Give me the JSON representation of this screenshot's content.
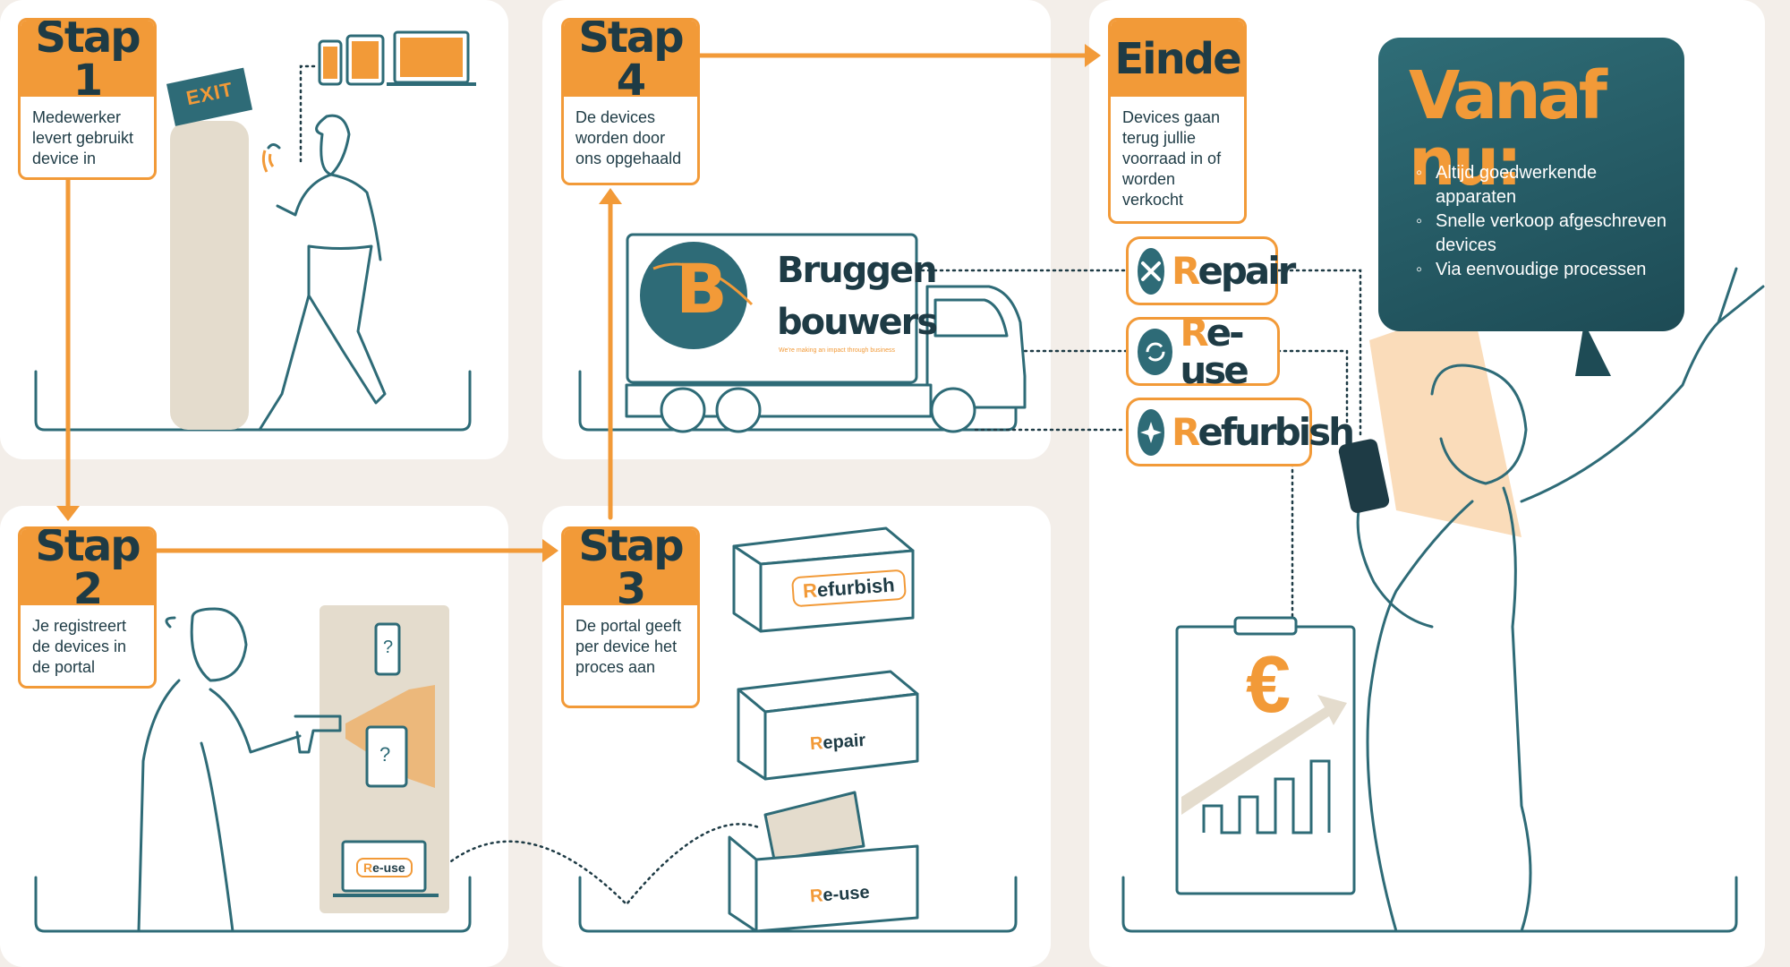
{
  "steps": {
    "stap1": {
      "title": "Stap 1",
      "text": "Medewerker levert gebruikt device in"
    },
    "stap2": {
      "title": "Stap 2",
      "text": "Je registreert de devices in de portal"
    },
    "stap3": {
      "title": "Stap 3",
      "text": "De portal geeft per device het proces aan"
    },
    "stap4": {
      "title": "Stap 4",
      "text": "De devices worden door ons opgehaald"
    },
    "einde": {
      "title": "Einde",
      "text": "Devices gaan terug jullie voorraad in of worden verkocht"
    }
  },
  "exit_sign": "EXIT",
  "truck": {
    "brand_line1": "Bruggen",
    "brand_line2": "bouwers",
    "tagline": "We're making an impact through business",
    "logo_letter": "B"
  },
  "processes": {
    "repair": {
      "first": "R",
      "rest": "epair",
      "icon": "tools-icon"
    },
    "reuse": {
      "first": "R",
      "rest": "e-use",
      "icon": "recycle-icon"
    },
    "refurbish": {
      "first": "R",
      "rest": "efurbish",
      "icon": "sparkle-icon"
    }
  },
  "boxes": {
    "refurbish_label": {
      "first": "R",
      "rest": "efurbish"
    },
    "repair_label": {
      "first": "R",
      "rest": "epair"
    },
    "reuse_label": {
      "first": "R",
      "rest": "e-use"
    }
  },
  "laptop_label": {
    "first": "R",
    "rest": "e-use"
  },
  "scan_mark": "?",
  "clipboard_symbol": "€",
  "bubble": {
    "title": "Vanaf nu:",
    "items": [
      "Altijd goedwerkende apparaten",
      "Snelle verkoop afgeschreven devices",
      "Via eenvoudige processen"
    ]
  },
  "colors": {
    "orange": "#f29a38",
    "teal": "#2e6b77",
    "dark": "#1e3b45",
    "beige": "#e4dccd",
    "bg": "#f3eee9"
  }
}
